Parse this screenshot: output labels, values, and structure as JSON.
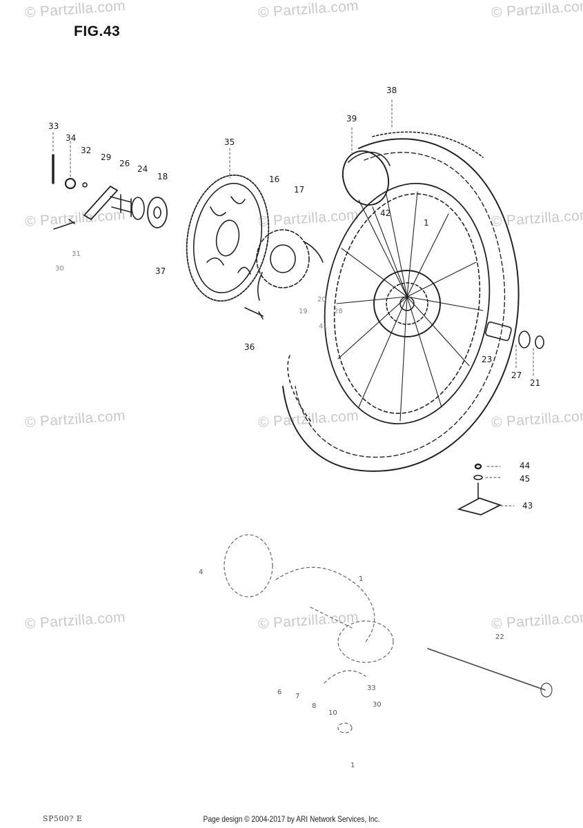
{
  "figure": {
    "title": "FIG.43"
  },
  "watermark": {
    "text": "© Partzilla.com",
    "color": "#c9c9c9"
  },
  "callouts": {
    "p33": "33",
    "p34": "34",
    "p32": "32",
    "p29": "29",
    "p26": "26",
    "p24": "24",
    "p18": "18",
    "p35": "35",
    "p16": "16",
    "p17": "17",
    "p38": "38",
    "p39": "39",
    "p42": "42",
    "p1": "1",
    "p37": "37",
    "p36": "36",
    "p20": "20",
    "p19": "19",
    "p28": "28",
    "p41": "41",
    "p23": "23",
    "p27": "27",
    "p21": "21",
    "p44": "44",
    "p45": "45",
    "p43": "43",
    "p31": "31",
    "p30": "30"
  },
  "lower_marks": {
    "m1": "4",
    "m2": "1",
    "m3": "6",
    "m4": "7",
    "m5": "8",
    "m6": "10",
    "m7": "33",
    "m8": "30",
    "m9": "22",
    "m10": "1"
  },
  "footer": {
    "model": "SP500? E",
    "copyright": "Page design © 2004-2017 by ARI Network Services, Inc."
  }
}
